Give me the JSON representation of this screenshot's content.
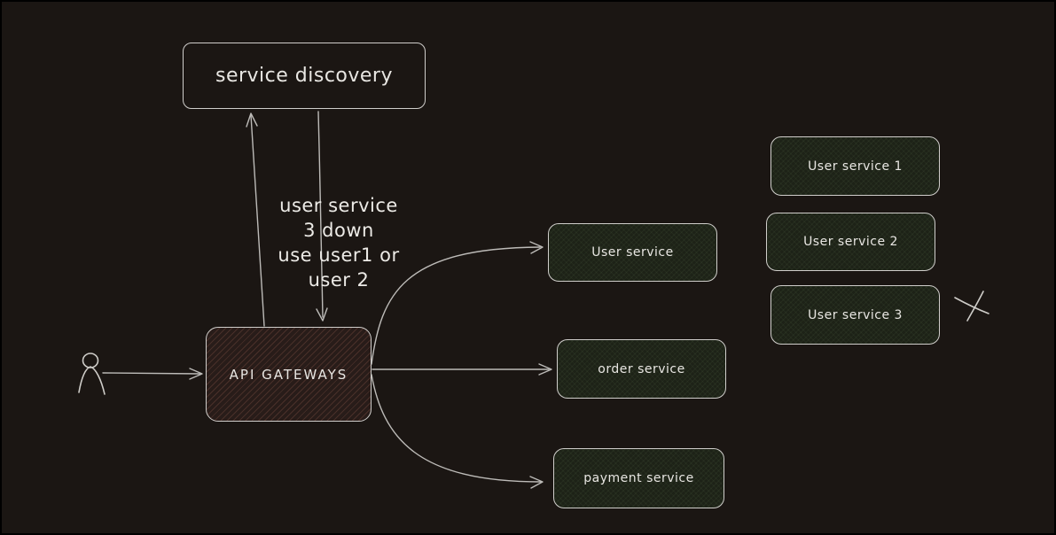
{
  "colors": {
    "background": "#1b1613",
    "box_border": "#d0cecb",
    "connector_stroke": "#bdbbb8",
    "text": "#e8e6e2",
    "service_fill": "#1d2217",
    "gateway_fill": "#281c19"
  },
  "nodes": {
    "service_discovery": {
      "label": "service discovery"
    },
    "api_gateway": {
      "label": "API GATEWAYS"
    },
    "user_service": {
      "label": "User service"
    },
    "order_service": {
      "label": "order service"
    },
    "payment_service": {
      "label": "payment service"
    },
    "user_service_1": {
      "label": "User service 1"
    },
    "user_service_2": {
      "label": "User service 2"
    },
    "user_service_3": {
      "label": "User service 3"
    }
  },
  "annotation": {
    "line1": "user service",
    "line2": "3 down",
    "line3": "use user1 or",
    "line4": "user 2"
  },
  "icons": {
    "person": "person-icon",
    "x_mark": "x-mark-icon"
  }
}
